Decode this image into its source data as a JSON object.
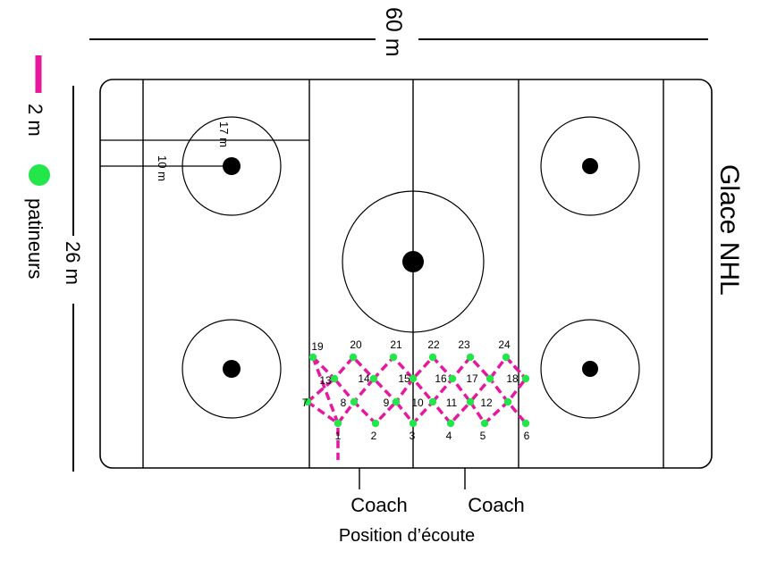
{
  "dimensions": {
    "width_label": "60 m",
    "height_label": "26 m"
  },
  "rink_title": "Glace NHL",
  "measures": {
    "circle_distance": "17 m",
    "faceoff_distance": "10 m"
  },
  "legend": {
    "dash_label": "2 m",
    "dot_label": "patineurs",
    "dash_color": "#e6199e",
    "dot_color": "#22e64a"
  },
  "bottom": {
    "coach_left": "Coach",
    "coach_right": "Coach",
    "caption": "Position d’écoute"
  },
  "players": [
    {
      "n": "1"
    },
    {
      "n": "2"
    },
    {
      "n": "3"
    },
    {
      "n": "4"
    },
    {
      "n": "5"
    },
    {
      "n": "6"
    },
    {
      "n": "7"
    },
    {
      "n": "8"
    },
    {
      "n": "9"
    },
    {
      "n": "10"
    },
    {
      "n": "11"
    },
    {
      "n": "12"
    },
    {
      "n": "13"
    },
    {
      "n": "14"
    },
    {
      "n": "15"
    },
    {
      "n": "16"
    },
    {
      "n": "17"
    },
    {
      "n": "18"
    },
    {
      "n": "19"
    },
    {
      "n": "20"
    },
    {
      "n": "21"
    },
    {
      "n": "22"
    },
    {
      "n": "23"
    },
    {
      "n": "24"
    }
  ]
}
